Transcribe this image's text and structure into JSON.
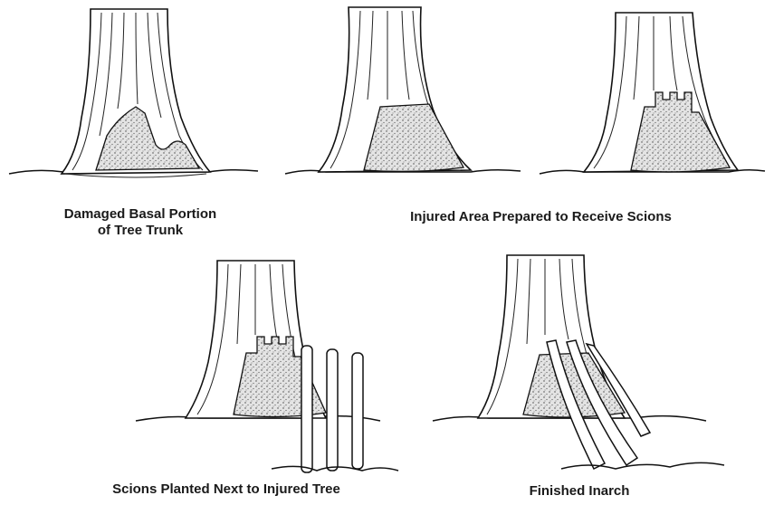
{
  "captions": {
    "damaged_line1": "Damaged Basal Portion",
    "damaged_line2": "of Tree Trunk",
    "prepared": "Injured Area Prepared to Receive Scions",
    "planted": "Scions Planted Next to Injured Tree",
    "finished": "Finished Inarch"
  },
  "colors": {
    "ink": "#111111",
    "wound_fill": "#cfcfcf",
    "paper": "#ffffff"
  }
}
